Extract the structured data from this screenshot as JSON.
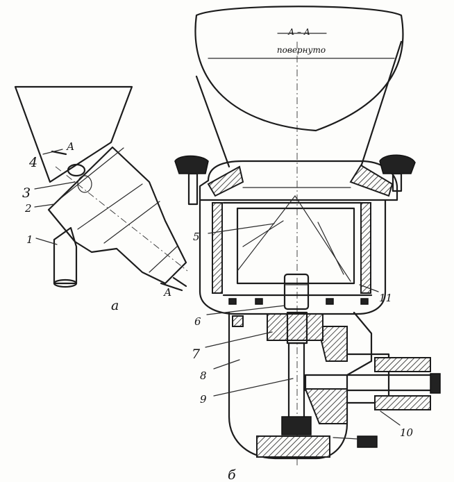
{
  "figure": {
    "section_title": "А – А",
    "section_subtitle": "повернуто",
    "view_a_caption": "а",
    "view_b_caption": "б",
    "cut_mark": "А",
    "labels": {
      "l1": "1",
      "l2": "2",
      "l3": "3",
      "l4": "4",
      "l5": "5",
      "l6": "6",
      "l7": "7",
      "l8": "8",
      "l9": "9",
      "l10": "10",
      "l11": "11"
    }
  }
}
